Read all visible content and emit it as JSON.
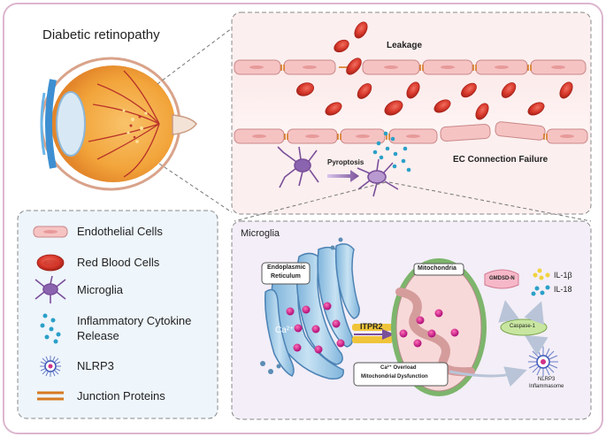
{
  "title": "Diabetic retinopathy",
  "vessel": {
    "leakage": "Leakage",
    "ec_failure": "EC Connection Failure",
    "pyroptosis": "Pyroptosis"
  },
  "legend": {
    "items": [
      {
        "label": "Endothelial Cells",
        "icon": "endothelial-cell-icon"
      },
      {
        "label": "Red Blood Cells",
        "icon": "red-blood-cell-icon"
      },
      {
        "label": "Microglia",
        "icon": "microglia-icon"
      },
      {
        "label_line1": "Inflammatory Cytokine",
        "label_line2": "Release",
        "icon": "cytokine-icon"
      },
      {
        "label": "NLRP3",
        "icon": "nlrp3-icon"
      },
      {
        "label": "Junction Proteins",
        "icon": "junction-protein-icon"
      }
    ]
  },
  "microglia_panel": {
    "title": "Microglia",
    "er_label_line1": "Endoplasmic",
    "er_label_line2": "Reticulum",
    "ca_label": "Ca²⁺",
    "itpr2": "ITPR2",
    "mito_label": "Mitochondria",
    "overload_line1": "Ca²⁺ Overload",
    "overload_line2": "Mitochondrial Dysfunction",
    "nlrp3_line1": "NLRP3",
    "nlrp3_line2": "Inflammasome",
    "caspase": "Caspase-1",
    "gsdmd": "GMDSD-N",
    "il1b": "IL-1β",
    "il18": "IL-18"
  },
  "colors": {
    "background_border": "#d9a8c8",
    "endothelial": "#f6c3c3",
    "rbc": "#e0382c",
    "microglia": "#7a4f9a",
    "cytokine": "#2aa0c8",
    "junction": "#d77a22",
    "er": "#a9cfe7",
    "mito": "#f9dcdc",
    "caspase": "#c8e6a0",
    "gsdmd": "#f6b8c8"
  }
}
